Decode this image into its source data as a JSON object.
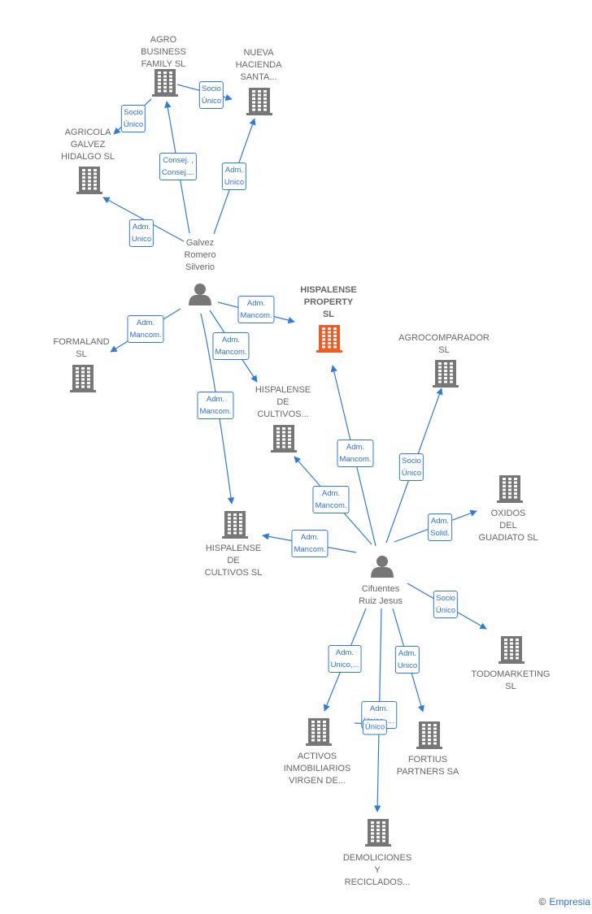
{
  "colors": {
    "edge": "#2f7bd9",
    "node": "#777777",
    "focus": "#f05a24",
    "text": "#666666"
  },
  "nodes": [
    {
      "id": "agro",
      "type": "company",
      "label": "AGRO\nBUSINESS\nFAMILY  SL"
    },
    {
      "id": "nueva",
      "type": "company",
      "label": "NUEVA\nHACIENDA\nSANTA..."
    },
    {
      "id": "agricola",
      "type": "company",
      "label": "AGRICOLA\nGALVEZ\nHIDALGO  SL"
    },
    {
      "id": "galvez",
      "type": "person",
      "label": "Galvez\nRomero\nSilverio"
    },
    {
      "id": "hispalense_prop",
      "type": "company",
      "label": "HISPALENSE\nPROPERTY\nSL",
      "focus": true
    },
    {
      "id": "formaland",
      "type": "company",
      "label": "FORMALAND\nSL"
    },
    {
      "id": "agrocomp",
      "type": "company",
      "label": "AGROCOMPARADOR\nSL"
    },
    {
      "id": "hisp_cult1",
      "type": "company",
      "label": "HISPALENSE\nDE\nCULTIVOS..."
    },
    {
      "id": "oxidos",
      "type": "company",
      "label": "OXIDOS\nDEL\nGUADIATO  SL"
    },
    {
      "id": "hisp_cult2",
      "type": "company",
      "label": "HISPALENSE\nDE\nCULTIVOS  SL"
    },
    {
      "id": "cifuentes",
      "type": "person",
      "label": "Cifuentes\nRuiz Jesus"
    },
    {
      "id": "todomarketing",
      "type": "company",
      "label": "TODOMARKETING\nSL"
    },
    {
      "id": "activos",
      "type": "company",
      "label": "ACTIVOS\nINMOBILIARIOS\nVIRGEN DE..."
    },
    {
      "id": "fortius",
      "type": "company",
      "label": "FORTIUS\nPARTNERS SA"
    },
    {
      "id": "demoliciones",
      "type": "company",
      "label": "DEMOLICIONES\nY\nRECICLADOS..."
    }
  ],
  "edges": [
    {
      "from": "agro",
      "to": "nueva",
      "label": "Socio\nÚnico"
    },
    {
      "from": "agro",
      "to": "agricola",
      "label": "Socio\nÚnico"
    },
    {
      "from": "galvez",
      "to": "agro",
      "label": "Consej. ,\nConsej...."
    },
    {
      "from": "galvez",
      "to": "nueva",
      "label": "Adm.\nUnico"
    },
    {
      "from": "galvez",
      "to": "agricola",
      "label": "Adm.\nUnico"
    },
    {
      "from": "galvez",
      "to": "hispalense_prop",
      "label": "Adm.\nMancom."
    },
    {
      "from": "galvez",
      "to": "formaland",
      "label": "Adm.\nMancom."
    },
    {
      "from": "galvez",
      "to": "hisp_cult1",
      "label": "Adm.\nMancom."
    },
    {
      "from": "galvez",
      "to": "hisp_cult2",
      "label": "Adm.\nMancom."
    },
    {
      "from": "cifuentes",
      "to": "hispalense_prop",
      "label": "Adm.\nMancom."
    },
    {
      "from": "cifuentes",
      "to": "agrocomp",
      "label": "Socio\nÚnico"
    },
    {
      "from": "cifuentes",
      "to": "hisp_cult1",
      "label": "Adm.\nMancom."
    },
    {
      "from": "cifuentes",
      "to": "oxidos",
      "label": "Adm.\nSolid."
    },
    {
      "from": "cifuentes",
      "to": "hisp_cult2",
      "label": "Adm.\nMancom."
    },
    {
      "from": "cifuentes",
      "to": "todomarketing",
      "label": "Socio\nÚnico"
    },
    {
      "from": "cifuentes",
      "to": "activos",
      "label": "Adm.\nUnico,..."
    },
    {
      "from": "cifuentes",
      "to": "fortius",
      "label": "Adm.\nUnico"
    },
    {
      "from": "cifuentes",
      "to": "demoliciones",
      "label": "Adm.\nUnico,...."
    },
    {
      "from": "activos",
      "to": "fortius",
      "label": "Único"
    }
  ],
  "brand": {
    "copyright": "©",
    "name": "Empresia"
  }
}
